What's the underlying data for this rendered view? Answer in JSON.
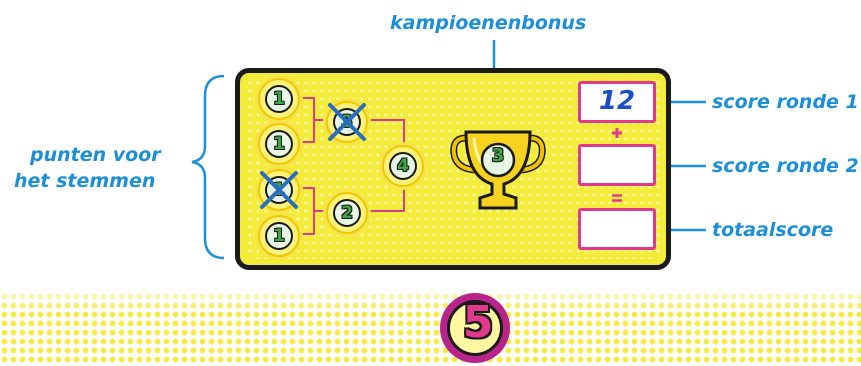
{
  "labels": {
    "champion_bonus": "kampioenenbonus",
    "voting_points_line1": "punten voor",
    "voting_points_line2": "het stemmen",
    "score_round_1": "score ronde 1",
    "score_round_2": "score ronde 2",
    "total_score": "totaalscore"
  },
  "bracket": {
    "round1": [
      "1",
      "1",
      "1",
      "1"
    ],
    "round2": [
      "3",
      "2"
    ],
    "round3": [
      "4"
    ],
    "crossed_out": [
      "round2.0",
      "round1.2"
    ]
  },
  "trophy": {
    "value": "3",
    "icon": "trophy-icon"
  },
  "scoreboard": {
    "round1": "12",
    "round2": "",
    "total": "",
    "plus_icon": "plus-icon",
    "equals_icon": "equals-icon"
  },
  "step_number": "5",
  "colors": {
    "label_blue": "#1c8fd6",
    "board_yellow": "#f4ec3a",
    "score_pink": "#e23a8a",
    "coin_green": "#3ea548",
    "cross_blue": "#2a6fbf",
    "badge_purple": "#b8248a"
  }
}
